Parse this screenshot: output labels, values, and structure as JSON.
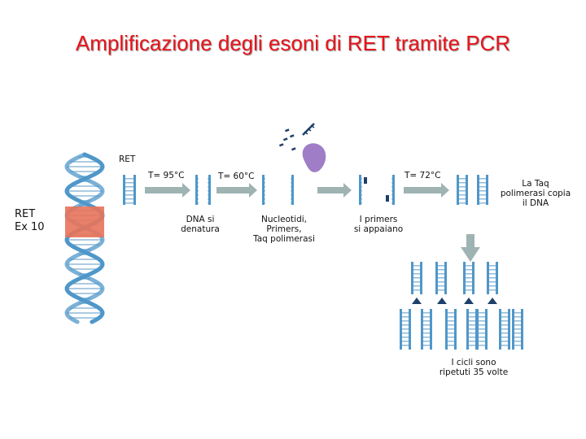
{
  "title": "Amplificazione degli esoni di RET tramite PCR",
  "labels": {
    "ret_gene": "RET",
    "ret_exon": [
      "RET",
      "Ex 10"
    ],
    "temp_denature": "T= 95°C",
    "temp_anneal": "T= 60°C",
    "temp_extend": "T= 72°C",
    "denature": [
      "DNA si",
      "denatura"
    ],
    "reagents": [
      "Nucleotidi,",
      "Primers,",
      "Taq polimerasi"
    ],
    "primers_anneal": [
      "I primers",
      "si appaiano"
    ],
    "taq_copy": [
      "La Taq",
      "polimerasi copia",
      "il DNA"
    ],
    "cycles": [
      "I cicli sono",
      "ripetuti 35 volte"
    ]
  },
  "colors": {
    "title": "#e8141b",
    "dna_strand": "#4f97c9",
    "dna_rungs": "#8fbad8",
    "exon_highlight": "#e8735a",
    "arrow": "#9fb3b3",
    "taq": "#9f7ec7",
    "primer": "#1f3f6b"
  }
}
